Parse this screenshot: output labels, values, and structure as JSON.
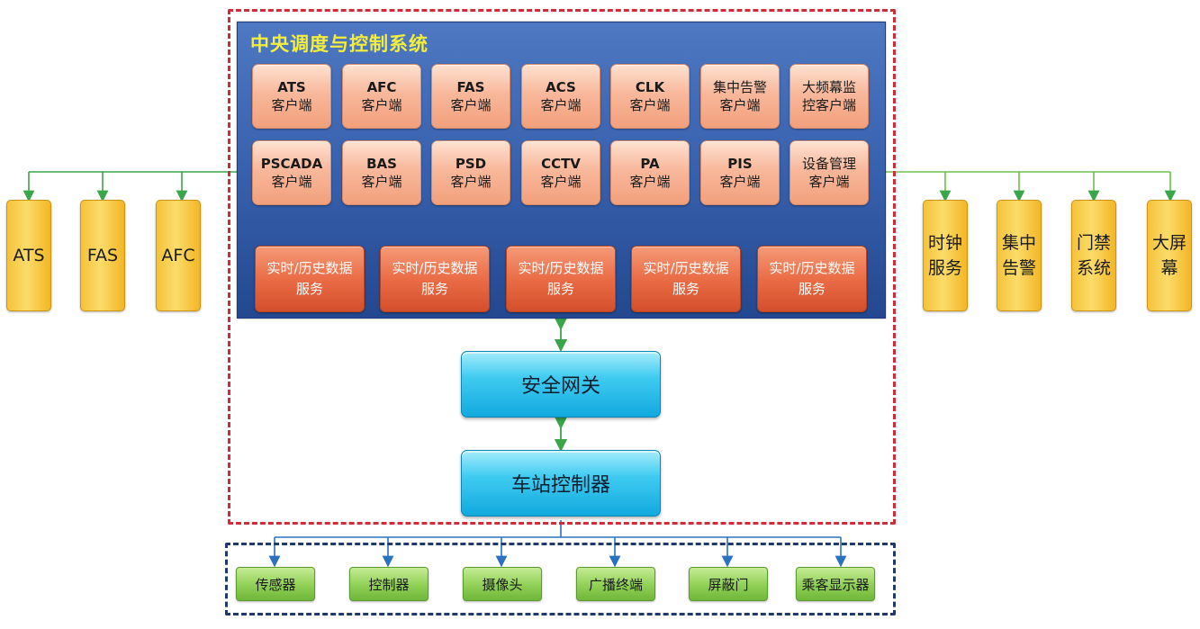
{
  "central_system": {
    "title": "中央调度与控制系统",
    "clients_row1": [
      {
        "l1": "ATS",
        "l2": "客户端"
      },
      {
        "l1": "AFC",
        "l2": "客户端"
      },
      {
        "l1": "FAS",
        "l2": "客户端"
      },
      {
        "l1": "ACS",
        "l2": "客户端"
      },
      {
        "l1": "CLK",
        "l2": "客户端"
      },
      {
        "l1": "集中告警",
        "l2": "客户端"
      },
      {
        "l1": "大频幕监",
        "l2": "控客户端"
      }
    ],
    "clients_row2": [
      {
        "l1": "PSCADA",
        "l2": "客户端"
      },
      {
        "l1": "BAS",
        "l2": "客户端"
      },
      {
        "l1": "PSD",
        "l2": "客户端"
      },
      {
        "l1": "CCTV",
        "l2": "客户端"
      },
      {
        "l1": "PA",
        "l2": "客户端"
      },
      {
        "l1": "PIS",
        "l2": "客户端"
      },
      {
        "l1": "设备管理",
        "l2": "客户端"
      }
    ],
    "data_services": [
      {
        "l1": "实时/历史数据",
        "l2": "服务"
      },
      {
        "l1": "实时/历史数据",
        "l2": "服务"
      },
      {
        "l1": "实时/历史数据",
        "l2": "服务"
      },
      {
        "l1": "实时/历史数据",
        "l2": "服务"
      },
      {
        "l1": "实时/历史数据",
        "l2": "服务"
      }
    ]
  },
  "gateway": "安全网关",
  "station_controller": "车站控制器",
  "left_systems": [
    "ATS",
    "FAS",
    "AFC"
  ],
  "right_systems": [
    {
      "l1": "时钟",
      "l2": "服务"
    },
    {
      "l1": "集中",
      "l2": "告警"
    },
    {
      "l1": "门禁",
      "l2": "系统"
    },
    {
      "l1": "大屏",
      "l2": "幕"
    }
  ],
  "field_devices": [
    "传感器",
    "控制器",
    "摄像头",
    "广播终端",
    "屏蔽门",
    "乘客显示器"
  ],
  "colors": {
    "central_frame": "#d12b3a",
    "field_frame": "#1f3a6b",
    "panel_title": "#f3ee3c",
    "client_tile": "#f8b89b",
    "data_service": "#ea6d46",
    "gateway_box": "#3fcbf0",
    "side_system": "#f5c23a",
    "field_device": "#8fd055",
    "green_link": "#3aa64a",
    "yellow_link": "#e5b52f",
    "blue_link": "#2a72c0"
  }
}
